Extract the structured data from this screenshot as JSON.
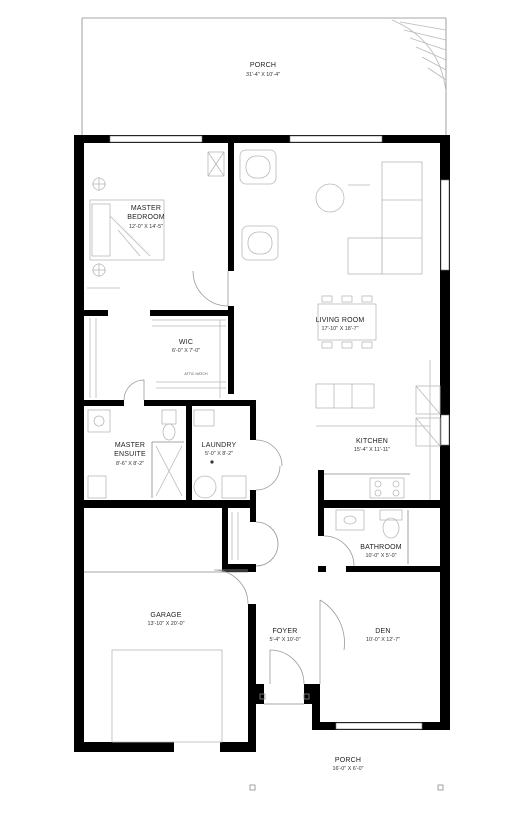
{
  "rooms": [
    {
      "id": "porch-back",
      "name": "PORCH",
      "size": "31'-4\" X 10'-4\""
    },
    {
      "id": "master-bedroom",
      "name": "MASTER BEDROOM",
      "size": "12'-0\" X 14'-5\""
    },
    {
      "id": "wic",
      "name": "WIC",
      "size": "6'-0\" X 7'-0\""
    },
    {
      "id": "master-ensuite",
      "name": "MASTER ENSUITE",
      "size": "8'-6\" X 8'-2\""
    },
    {
      "id": "laundry",
      "name": "LAUNDRY",
      "size": "5'-0\" X 8'-2\""
    },
    {
      "id": "living-room",
      "name": "LIVING ROOM",
      "size": "17'-10\" X 18'-7\""
    },
    {
      "id": "kitchen",
      "name": "KITCHEN",
      "size": "15'-4\" X 11'-11\""
    },
    {
      "id": "bathroom",
      "name": "BATHROOM",
      "size": "10'-0\" X 5'-0\""
    },
    {
      "id": "garage",
      "name": "GARAGE",
      "size": "13'-10\" X 20'-0\""
    },
    {
      "id": "foyer",
      "name": "FOYER",
      "size": "5'-4\" X 10'-0\""
    },
    {
      "id": "den",
      "name": "DEN",
      "size": "10'-0\" X 12'-7\""
    },
    {
      "id": "porch-front",
      "name": "PORCH",
      "size": "16'-0\" X 6'-0\""
    }
  ],
  "wic_note": "ATTIC HATCH",
  "colors": {
    "walls": "#000000",
    "fixtures": "#8a8a8a",
    "furniture": "#b9b9b9"
  }
}
